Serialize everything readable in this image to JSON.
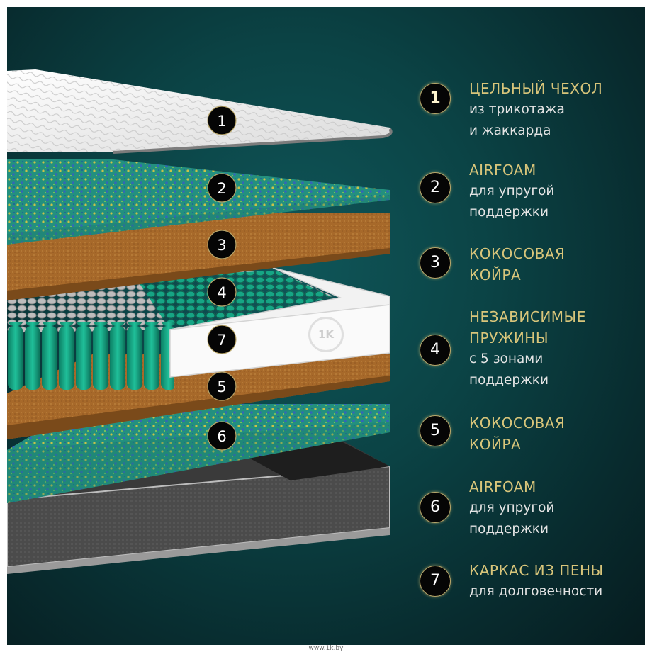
{
  "background_color": "#0b4345",
  "watermark": {
    "text": "1K"
  },
  "footer": {
    "text": "www.1k.by"
  },
  "diagram_badges": [
    "1",
    "2",
    "3",
    "4",
    "7",
    "5",
    "6"
  ],
  "legend": [
    {
      "number": "1",
      "title": "ЦЕЛЬНЫЙ ЧЕХОЛ",
      "lines": [
        "из трикотажа",
        "и жаккарда"
      ]
    },
    {
      "number": "2",
      "title": "AIRFOAM",
      "lines": [
        "для упругой",
        "поддержки"
      ]
    },
    {
      "number": "3",
      "title": "КОКОСОВАЯ",
      "lines": [
        "КОЙРА"
      ]
    },
    {
      "number": "4",
      "title": "НЕЗАВИСИМЫЕ",
      "lines": [
        "ПРУЖИНЫ",
        "с 5 зонами",
        "поддержки"
      ]
    },
    {
      "number": "5",
      "title": "КОКОСОВАЯ",
      "lines": [
        "КОЙРА"
      ]
    },
    {
      "number": "6",
      "title": "AIRFOAM",
      "lines": [
        "для упругой",
        "поддержки"
      ]
    },
    {
      "number": "7",
      "title": "КАРКАС ИЗ ПЕНЫ",
      "lines": [
        "для долговечности"
      ]
    }
  ],
  "colors": {
    "title": "#d8c57a",
    "subtitle": "#e4e4e4",
    "coir": "#a86d2c",
    "airfoam": "#2a9a88",
    "springs": "#16a585",
    "frame": "#4a4a4a"
  }
}
